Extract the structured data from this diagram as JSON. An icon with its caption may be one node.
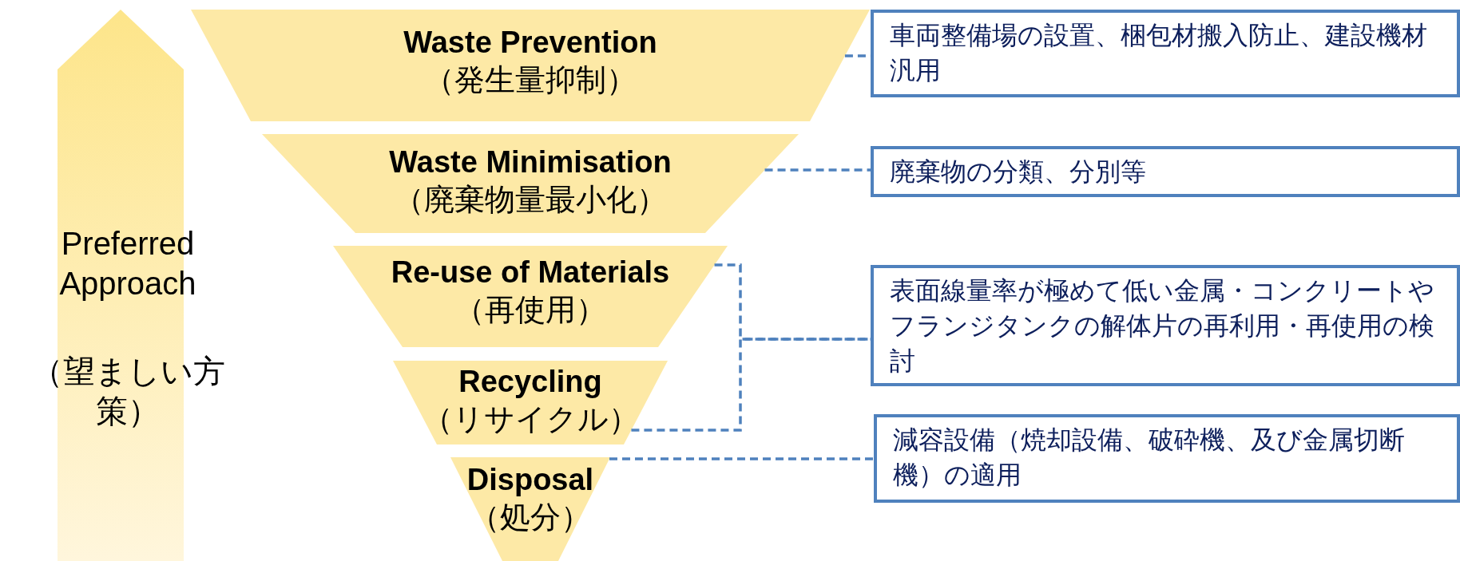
{
  "diagram": {
    "nodes": [
      {
        "text": [
          "Waste Prevention",
          "（発生量抑制）"
        ]
      },
      {
        "text": [
          "Waste Minimisation",
          "（廃棄物量最小化）"
        ]
      },
      {
        "text": [
          "Re-use of Materials",
          "（再使用）"
        ]
      },
      {
        "text": [
          "Recycling",
          "（リサイクル）"
        ]
      },
      {
        "text": [
          "Disposal",
          "（処分）"
        ]
      },
      {
        "text": [
          "車両整備場の設置、梱包材搬入防止、建設機材汎用"
        ]
      },
      {
        "text": [
          "廃棄物の分類、分別等"
        ]
      },
      {
        "text": [
          "表面線量率が極めて低い金属・コンクリートやフランジタンクの解体片の再利用・再使用の検討"
        ]
      },
      {
        "text": [
          "減容設備（焼却設備、破砕機、及び金属切断機）の適用"
        ]
      }
    ],
    "edges": [
      {
        "from": 0,
        "to": 5,
        "arrow": "none",
        "style": "dashed"
      },
      {
        "from": 1,
        "to": 6,
        "arrow": "none",
        "style": "dashed"
      },
      {
        "from": 2,
        "to": 7,
        "arrow": "none",
        "style": "dashed"
      },
      {
        "from": 3,
        "to": 7,
        "arrow": "none",
        "style": "dashed"
      },
      {
        "from": 4,
        "to": 8,
        "arrow": "none",
        "style": "dashed"
      }
    ],
    "labels": [
      "Preferred Approach",
      "（望ましい方策）"
    ]
  }
}
